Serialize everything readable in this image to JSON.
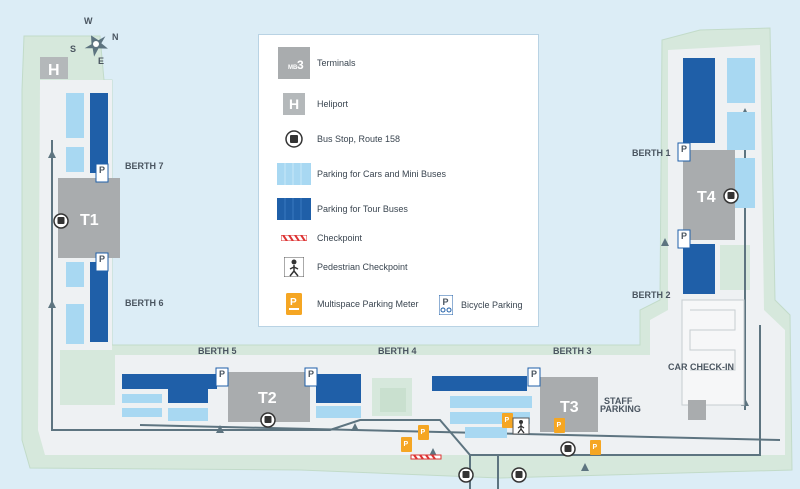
{
  "compass": {
    "n": "N",
    "s": "S",
    "e": "E",
    "w": "W"
  },
  "terminals": {
    "t1": "T1",
    "t2": "T2",
    "t3": "T3",
    "t4": "T4",
    "mb_number": "3",
    "mb_prefix": "MB"
  },
  "berths": {
    "b1": "BERTH 1",
    "b2": "BERTH 2",
    "b3": "BERTH 3",
    "b4": "BERTH 4",
    "b5": "BERTH 5",
    "b6": "BERTH 6",
    "b7": "BERTH 7"
  },
  "labels": {
    "car_checkin": "CAR CHECK-IN",
    "staff_parking_1": "STAFF",
    "staff_parking_2": "PARKING",
    "heliport_letter": "H",
    "parking_letter": "P"
  },
  "legend": {
    "terminals": "Terminals",
    "heliport": "Heliport",
    "bus_stop": "Bus Stop, Route 158",
    "car_parking": "Parking for Cars and Mini Buses",
    "bus_parking": "Parking for Tour Buses",
    "checkpoint": "Checkpoint",
    "ped_checkpoint": "Pedestrian Checkpoint",
    "parking_meter": "Multispace Parking Meter",
    "bicycle_parking": "Bicycle Parking"
  },
  "colors": {
    "water": "#dcedf6",
    "land": "#d6e8dc",
    "pavement": "#eef1f3",
    "terminal": "#a9acae",
    "car_parking": "#a8d8f2",
    "bus_parking": "#1f5fa8",
    "road_line": "#5d7480",
    "meter": "#f5a623"
  }
}
